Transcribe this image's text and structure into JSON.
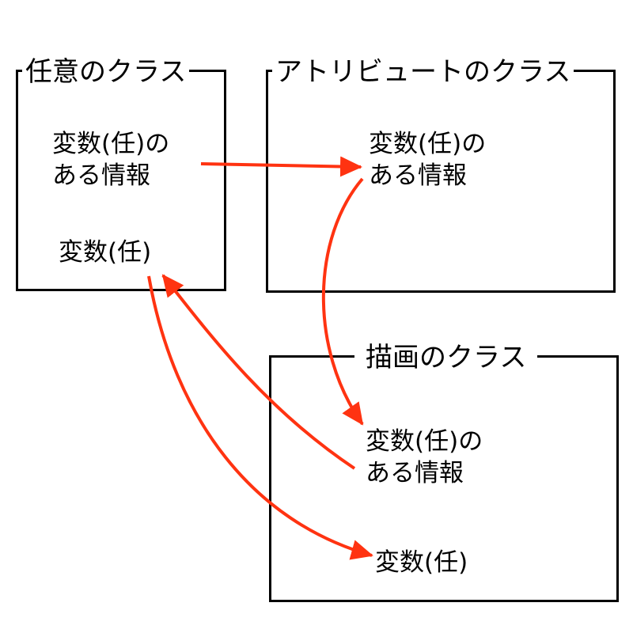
{
  "boxes": {
    "any_class": {
      "title": "任意のクラス",
      "info_line1": "変数(任)の",
      "info_line2": "ある情報",
      "variable": "変数(任)"
    },
    "attribute_class": {
      "title": "アトリビュートのクラス",
      "info_line1": "変数(任)の",
      "info_line2": "ある情報"
    },
    "draw_class": {
      "title": "描画のクラス",
      "info_line1": "変数(任)の",
      "info_line2": "ある情報",
      "variable": "変数(任)"
    }
  },
  "colors": {
    "arrow": "#ff3311",
    "border": "#000000"
  }
}
